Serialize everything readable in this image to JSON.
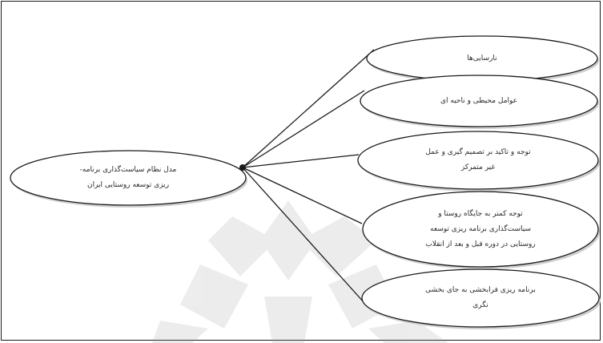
{
  "diagram": {
    "central_node": {
      "lines": [
        "مدل نظام سیاست‌گذاری برنامه-",
        "ریزی توسعه روستایی ایران"
      ]
    },
    "branches": [
      {
        "lines": [
          "نارسایی‌ها"
        ]
      },
      {
        "lines": [
          "عوامل محیطی و ناحیه ای"
        ]
      },
      {
        "lines": [
          "توجه و تاکید بر تصمیم گیری و عمل",
          "غیر متمرکز"
        ]
      },
      {
        "lines": [
          "توجه کمتر به جایگاه روستا و",
          "سیاست‌گذاری برنامه ریزی توسعه",
          "روستایی در دوره قبل و بعد از انقلاب"
        ]
      },
      {
        "lines": [
          "برنامه ریزی فرابخشی به جای بخشی",
          "نگری"
        ]
      }
    ]
  }
}
